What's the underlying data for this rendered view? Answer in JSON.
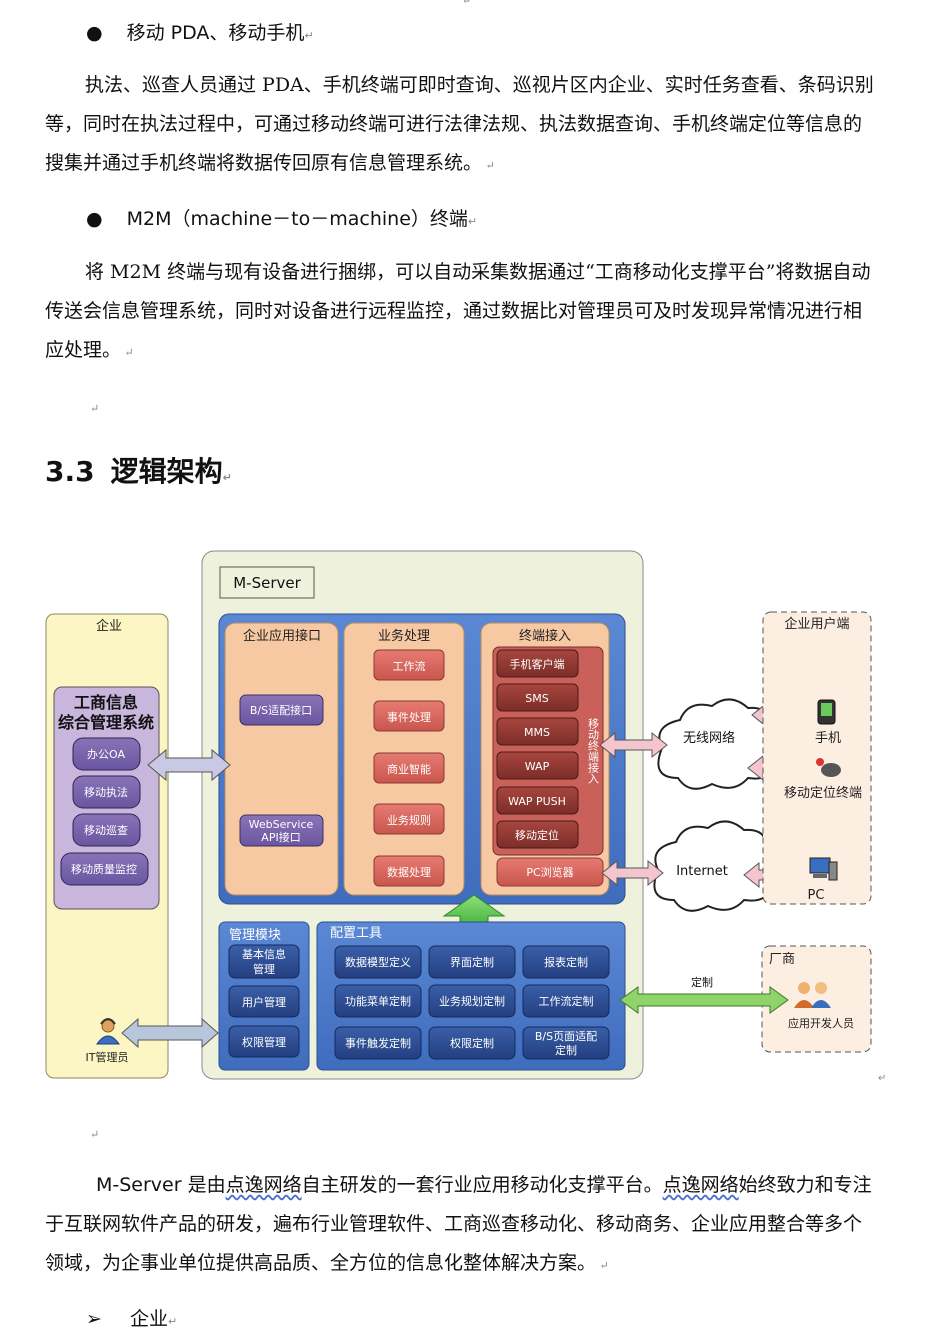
{
  "bullets": [
    {
      "text": "移动 PDA、移动手机"
    },
    {
      "text": "M2M（machine－to－machine）终端"
    }
  ],
  "paragraphs": [
    "执法、巡查人员通过 PDA、手机终端可即时查询、巡视片区内企业、实时任务查看、条码识别等，同时在执法过程中，可通过移动终端可进行法律法规、执法数据查询、手机终端定位等信息的搜集并通过手机终端将数据传回原有信息管理系统。",
    "将 M2M 终端与现有设备进行捆绑，可以自动采集数据通过“工商移动化支撑平台”将数据自动传送会信息管理系统，同时对设备进行远程监控，通过数据比对管理员可及时发现异常情况进行相应处理。"
  ],
  "section": {
    "number": "3.3",
    "title": "逻辑架构"
  },
  "diagram": {
    "mserver_title": "M-Server",
    "enterprise": {
      "label": "企业",
      "system_title_line1": "工商信息",
      "system_title_line2": "综合管理系统",
      "items": [
        "办公OA",
        "移动执法",
        "移动巡查",
        "移动质量监控"
      ],
      "it_admin": "IT管理员"
    },
    "app_interface": {
      "title": "企业应用接口",
      "item1": "B/S适配接口",
      "item2_line1": "WebService",
      "item2_line2": "API接口"
    },
    "business": {
      "title": "业务处理",
      "items": [
        "工作流",
        "事件处理",
        "商业智能",
        "业务规则",
        "数据处理"
      ]
    },
    "terminal": {
      "title": "终端接入",
      "items": [
        "手机客户端",
        "SMS",
        "MMS",
        "WAP",
        "WAP PUSH",
        "移动定位"
      ],
      "pc": "PC浏览器",
      "side_label": "移动终端接入"
    },
    "management": {
      "title": "管理模块",
      "item1_line1": "基本信息",
      "item1_line2": "管理",
      "item2": "用户管理",
      "item3": "权限管理"
    },
    "config": {
      "title": "配置工具",
      "items": [
        "数据模型定义",
        "界面定制",
        "报表定制",
        "功能菜单定制",
        "业务规划定制",
        "工作流定制",
        "事件触发定制",
        "权限定制"
      ],
      "last_line1": "B/S页面适配",
      "last_line2": "定制"
    },
    "cloud_wireless": "无线网络",
    "cloud_internet": "Internet",
    "user_side": {
      "title": "企业用户端",
      "phone": "手机",
      "locator": "移动定位终端",
      "pc": "PC"
    },
    "vendor": {
      "title": "厂商",
      "developer": "应用开发人员",
      "arrow_label": "定制"
    }
  },
  "intro": {
    "part1": "M-Server 是由",
    "brand1": "点逸网络",
    "part2": "自主研发的一套行业应用移动化支撑平台。",
    "brand2": "点逸网络",
    "part3": "始终致力和专注于互联网软件产品的研发，遍布行业管理软件、工商巡查移动化、移动商务、企业应用整合等多个领域，为企事业单位提供高品质、全方位的信息化整体解决方案。"
  },
  "last_bullet": "企业"
}
